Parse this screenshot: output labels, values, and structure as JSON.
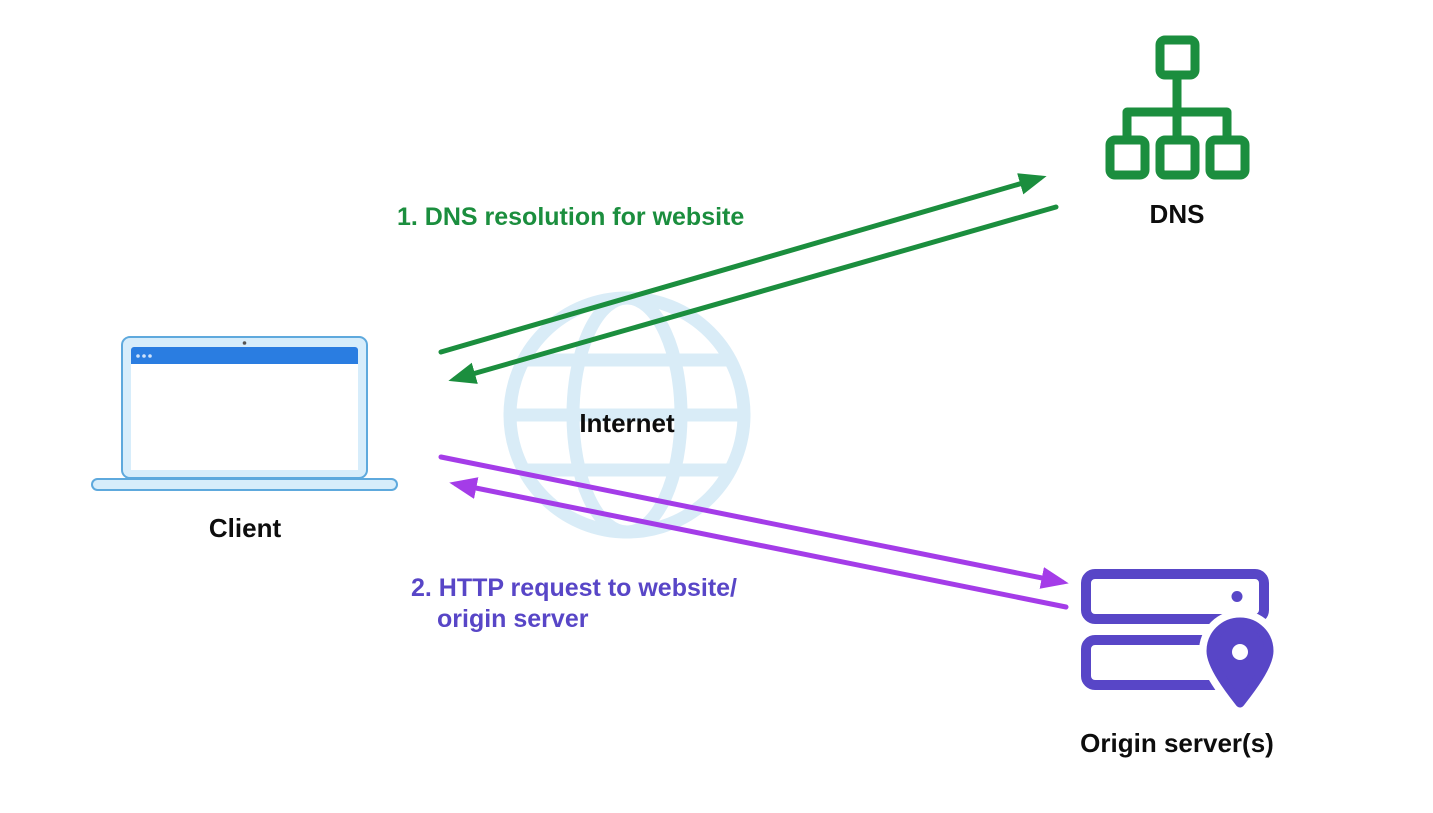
{
  "nodes": {
    "client": {
      "label": "Client"
    },
    "internet": {
      "label": "Internet"
    },
    "dns": {
      "label": "DNS"
    },
    "origin": {
      "label": "Origin server(s)"
    }
  },
  "flows": {
    "dns_resolution": {
      "label": "1. DNS resolution for website"
    },
    "http_request": {
      "label_line1": "2. HTTP request to website/",
      "label_line2": "origin server"
    }
  },
  "colors": {
    "green": "#1b8e3e",
    "purple-arrow": "#a43ce8",
    "indigo": "#5846c7",
    "laptop-frame": "#d7edfb",
    "laptop-border": "#5ea9dd",
    "laptop-bar": "#2a7de1",
    "globe": "#d9ecf7",
    "text": "#0d0d0d"
  }
}
